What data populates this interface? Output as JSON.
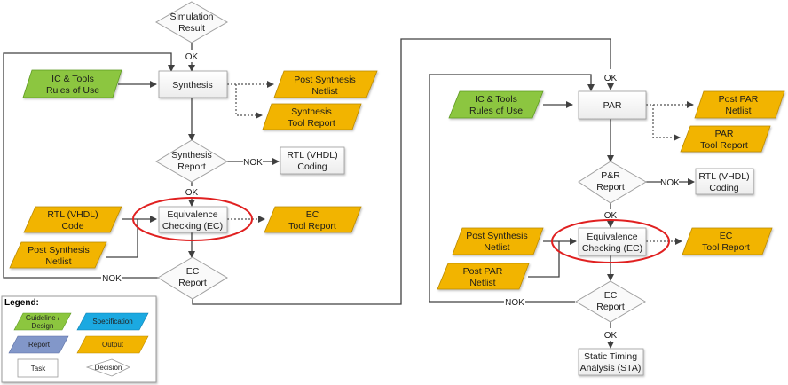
{
  "colors": {
    "guideline": "#8cc63f",
    "guideline_stroke": "#5e9a22",
    "output": "#f2b400",
    "output_stroke": "#b98900",
    "specification": "#1ba9e1",
    "report": "#8297c9",
    "task_fill": "#f2f2f2",
    "task_stroke": "#9a9a9a",
    "highlight": "#e02020",
    "line": "#404040"
  },
  "left_flow": {
    "simulation_result": [
      "Simulation",
      "Result"
    ],
    "ok_sim": "OK",
    "ic_tools": [
      "IC & Tools",
      "Rules of Use"
    ],
    "synthesis": "Synthesis",
    "post_synth_netlist": [
      "Post Synthesis",
      "Netlist"
    ],
    "synth_tool_report": [
      "Synthesis",
      "Tool Report"
    ],
    "synth_report": [
      "Synthesis",
      "Report"
    ],
    "nok_synth": "NOK",
    "rtl_coding": [
      "RTL (VHDL)",
      "Coding"
    ],
    "ok_synth": "OK",
    "rtl_code": [
      "RTL (VHDL)",
      "Code"
    ],
    "post_synth_netlist_in": [
      "Post Synthesis",
      "Netlist"
    ],
    "ec": [
      "Equivalence",
      "Checking (EC)"
    ],
    "ec_tool_report": [
      "EC",
      "Tool Report"
    ],
    "ec_report": [
      "EC",
      "Report"
    ],
    "nok_ec": "NOK"
  },
  "right_flow": {
    "ok_par": "OK",
    "ic_tools": [
      "IC & Tools",
      "Rules of Use"
    ],
    "par": "PAR",
    "post_par_netlist": [
      "Post PAR",
      "Netlist"
    ],
    "par_tool_report": [
      "PAR",
      "Tool Report"
    ],
    "pr_report": [
      "P&R",
      "Report"
    ],
    "nok_pr": "NOK",
    "rtl_coding": [
      "RTL (VHDL)",
      "Coding"
    ],
    "ok_pr": "OK",
    "post_synth_netlist": [
      "Post Synthesis",
      "Netlist"
    ],
    "post_par_netlist_in": [
      "Post PAR",
      "Netlist"
    ],
    "ec": [
      "Equivalence",
      "Checking (EC)"
    ],
    "ec_tool_report": [
      "EC",
      "Tool Report"
    ],
    "ec_report": [
      "EC",
      "Report"
    ],
    "nok_ec": "NOK",
    "ok_ec": "OK",
    "sta": [
      "Static Timing",
      "Analysis (STA)"
    ]
  },
  "legend": {
    "title": "Legend:",
    "guideline": [
      "Guideline /",
      "Design"
    ],
    "specification": "Specification",
    "report": "Report",
    "output": "Output",
    "task": "Task",
    "decision": "Decision"
  }
}
